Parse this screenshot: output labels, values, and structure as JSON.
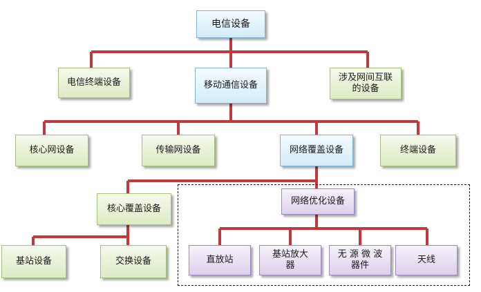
{
  "diagram": {
    "type": "tree",
    "colors": {
      "connector": "#c0393b",
      "blue_fill": "#d3ecf8",
      "green_fill": "#dcebc4",
      "purple_fill": "#ddd0ec"
    },
    "nodes": {
      "root": "电信设备",
      "terminal_equipment": "电信终端设备",
      "mobile_comm_equipment": "移动通信设备",
      "interconnect_equipment": "涉及网间互联\n的设备",
      "core_network_equipment": "核心网设备",
      "transmission_network_equipment": "传输网设备",
      "network_coverage_equipment": "网络覆盖设备",
      "terminal_device": "终端设备",
      "core_coverage_equipment": "核心覆盖设备",
      "network_optimization_equipment": "网络优化设备",
      "base_station_equipment": "基站设备",
      "switching_equipment": "交换设备",
      "repeater": "直放站",
      "base_station_amplifier": "基站放大\n器",
      "passive_microwave_device": "无 源 微 波\n器件",
      "antenna": "天线"
    }
  }
}
